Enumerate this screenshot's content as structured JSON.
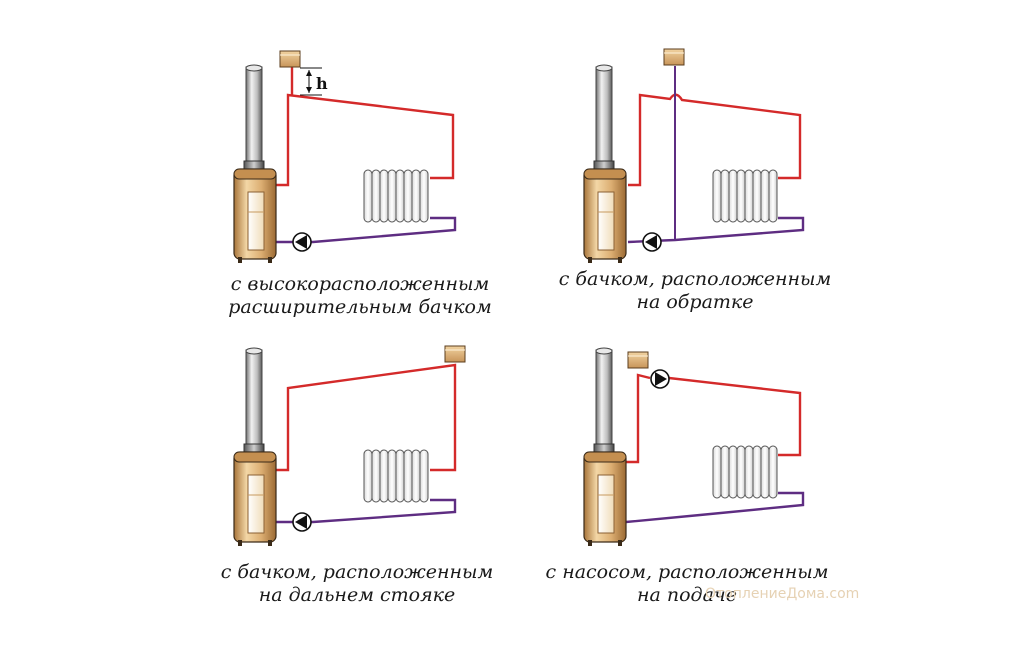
{
  "diagrams": [
    {
      "caption_line1": "с высокорасположенным",
      "caption_line2": "расширительным бачком",
      "h_label": "h"
    },
    {
      "caption_line1": "с бачком, расположенным",
      "caption_line2": "на обратке"
    },
    {
      "caption_line1": "с бачком, расположенным",
      "caption_line2": "на дальнем стояке"
    },
    {
      "caption_line1": "с насосом, расположенным",
      "caption_line2": "на подаче"
    }
  ],
  "watermark": "ОтоплениеДома.com",
  "colors": {
    "supply_pipe": "#d42a2a",
    "return_pipe": "#5e2d82",
    "boiler_body": "#dcae72",
    "tank": "#dcae72",
    "chimney": "#c8c8c8",
    "radiator": "#f4f4f4"
  }
}
